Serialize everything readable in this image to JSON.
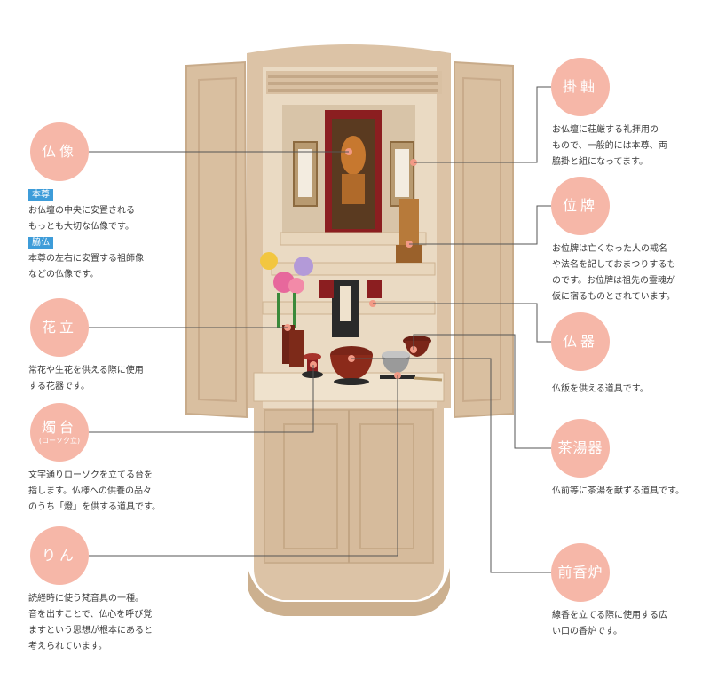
{
  "colors": {
    "label_circle": "#f6b7a8",
    "tag_blue": "#3d9cd9",
    "cabinet": "#dcc3a6",
    "leader_line": "#555555"
  },
  "labels": {
    "butsuzo": {
      "title": "仏像",
      "sub1_tag": "本尊",
      "sub1_text": [
        "お仏壇の中央に安置される",
        "もっとも大切な仏像です。"
      ],
      "sub2_tag": "脇仏",
      "sub2_text": [
        "本尊の左右に安置する祖師像",
        "などの仏像です。"
      ]
    },
    "hanatate": {
      "title": "花立",
      "text": [
        "常花や生花を供える際に使用",
        "する花器です。"
      ]
    },
    "shokudai": {
      "title": "燭台",
      "subtitle": "(ローソク立)",
      "text": [
        "文字通りローソクを立てる台を",
        "指します。仏様への供養の品々",
        "のうち「燈」を供する道具です。"
      ]
    },
    "rin": {
      "title": "りん",
      "text": [
        "読経時に使う梵音具の一種。",
        "音を出すことで、仏心を呼び覚",
        "ますという思想が根本にあると",
        "考えられています。"
      ]
    },
    "kakejiku": {
      "title": "掛軸",
      "text": [
        "お仏壇に荘厳する礼拝用の",
        "もので、一般的には本尊、両",
        "脇掛と組になってます。"
      ]
    },
    "ihai": {
      "title": "位牌",
      "text": [
        "お位牌は亡くなった人の戒名",
        "や法名を記しておまつりするも",
        "のです。お位牌は祖先の霊魂が",
        "仮に宿るものとされています。"
      ]
    },
    "butsuki": {
      "title": "仏器",
      "text": [
        "仏飯を供える道具です。"
      ]
    },
    "chatoki": {
      "title": "茶湯器",
      "text": [
        "仏前等に茶湯を献ずる道具です。"
      ]
    },
    "maekoro": {
      "title": "前香炉",
      "text": [
        "線香を立てる際に使用する広",
        "い口の香炉です。"
      ]
    }
  }
}
